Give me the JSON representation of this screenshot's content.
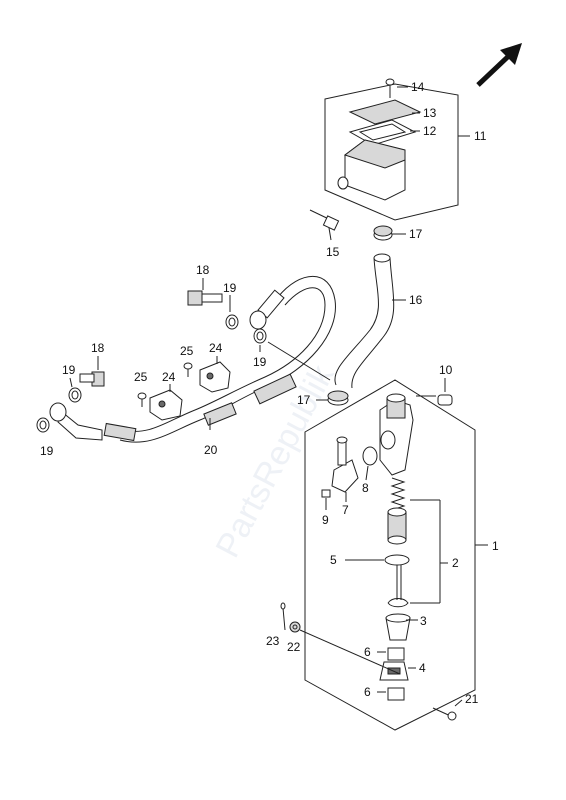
{
  "watermark": "PartsRepublik",
  "labels": {
    "l1": "1",
    "l2": "2",
    "l3": "3",
    "l4": "4",
    "l5": "5",
    "l6a": "6",
    "l6b": "6",
    "l7": "7",
    "l8": "8",
    "l9": "9",
    "l10": "10",
    "l11": "11",
    "l12": "12",
    "l13": "13",
    "l14": "14",
    "l15": "15",
    "l16": "16",
    "l17a": "17",
    "l17b": "17",
    "l18a": "18",
    "l18b": "18",
    "l19a": "19",
    "l19b": "19",
    "l19c": "19",
    "l19d": "19",
    "l20": "20",
    "l21": "21",
    "l22": "22",
    "l23": "23",
    "l24a": "24",
    "l24b": "24",
    "l25a": "25",
    "l25b": "25"
  },
  "icons": {
    "orientation": "front-arrow-icon"
  }
}
